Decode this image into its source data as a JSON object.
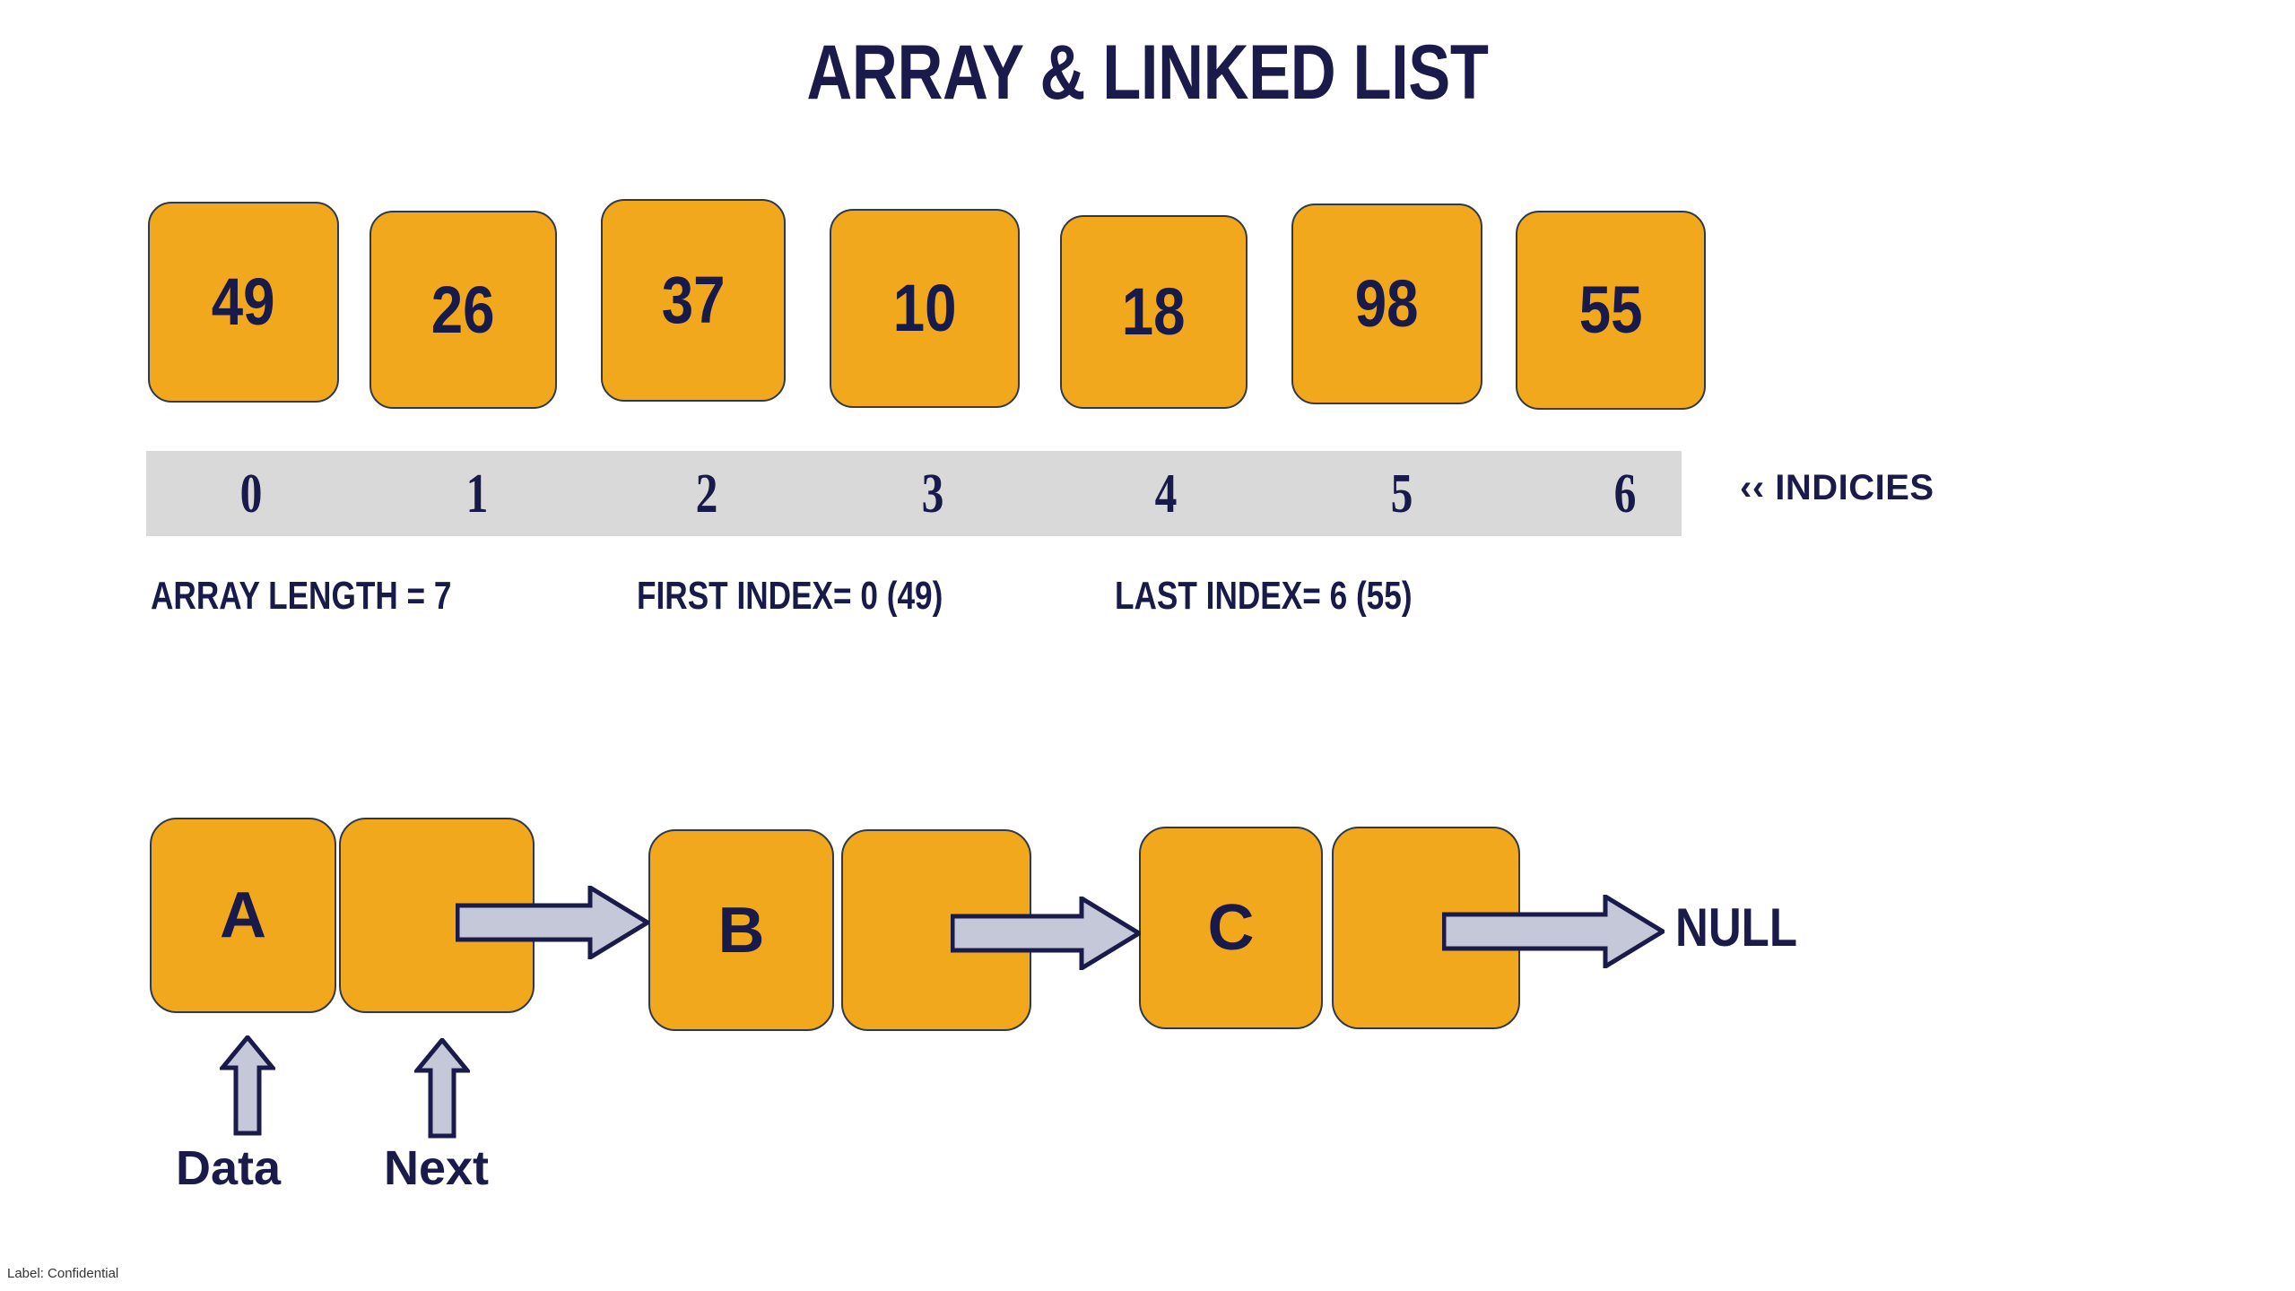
{
  "title": "ARRAY & LINKED LIST",
  "colors": {
    "box_fill": "#F2A81C",
    "box_stroke": "#2e3a4a",
    "text_navy": "#181a4a",
    "indices_bar": "#d9d9d9",
    "arrow_fill": "#C5C8D8",
    "arrow_stroke": "#1a1b4b",
    "background": "#ffffff"
  },
  "array": {
    "values": [
      "49",
      "26",
      "37",
      "10",
      "18",
      "98",
      "55"
    ],
    "indices": [
      "0",
      "1",
      "2",
      "3",
      "4",
      "5",
      "6"
    ],
    "indices_caption": "‹‹ INDICIES",
    "notes": [
      "ARRAY LENGTH = 7",
      "FIRST INDEX= 0 (49)",
      "LAST INDEX= 6 (55)"
    ]
  },
  "linked_list": {
    "nodes": [
      {
        "data": "A",
        "next": ""
      },
      {
        "data": "B",
        "next": ""
      },
      {
        "data": "C",
        "next": ""
      }
    ],
    "terminator": "NULL",
    "pointer_labels": [
      "Data",
      "Next"
    ]
  },
  "footer": {
    "confidential": "Label: Confidential"
  }
}
